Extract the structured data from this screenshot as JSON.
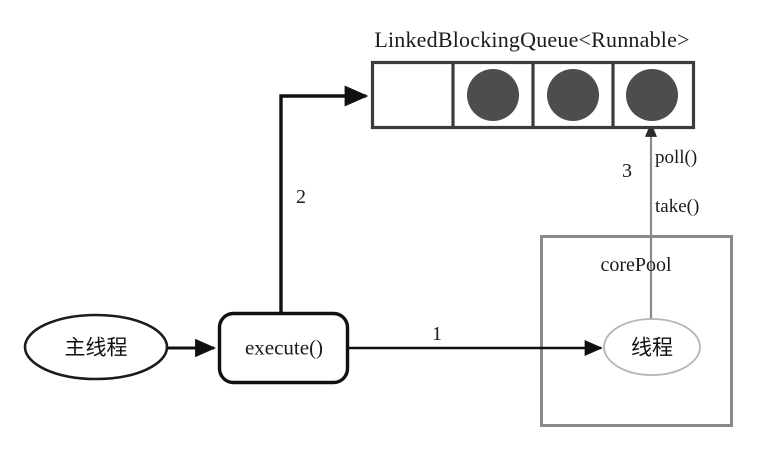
{
  "diagram": {
    "title": "LinkedBlockingQueue<Runnable>",
    "queue": {
      "label": "LinkedBlockingQueue<Runnable>",
      "cells": [
        {
          "name": "cell-1",
          "filled": false
        },
        {
          "name": "cell-2",
          "filled": true
        },
        {
          "name": "cell-3",
          "filled": true
        },
        {
          "name": "cell-4",
          "filled": true
        }
      ],
      "task_color": "#4d4d4d",
      "border_color": "#3c3c3c"
    },
    "nodes": {
      "main_thread": "主线程",
      "execute": "execute()",
      "core_pool": "corePool",
      "worker_thread": "线程"
    },
    "edges": [
      {
        "name": "main-thread-to-execute",
        "label": ""
      },
      {
        "name": "execute-to-queue",
        "label": "2"
      },
      {
        "name": "execute-to-thread",
        "label": "1"
      },
      {
        "name": "thread-to-queue",
        "label": "3"
      }
    ],
    "step_labels": {
      "one": "1",
      "two": "2",
      "three": "3"
    },
    "queue_ops": {
      "poll": "poll()",
      "take": "take()"
    },
    "colors": {
      "task_fill": "#4d4d4d",
      "queue_border": "#3c3c3c",
      "core_pool_border": "#8a8a8a",
      "arrow_black": "#111111",
      "arrow_gray": "#8a8a8a",
      "ellipse_gray": "#b5b5b5",
      "background": "#ffffff"
    }
  }
}
